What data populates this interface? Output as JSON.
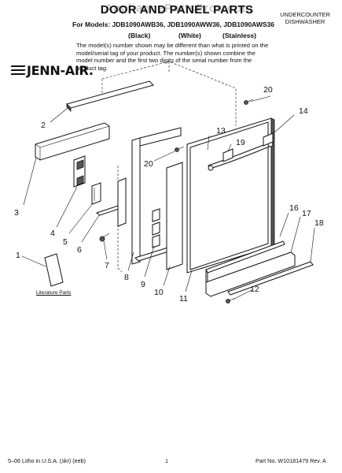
{
  "watermark": "AppliancePartsPros.com",
  "header": {
    "title": "DOOR AND PANEL PARTS",
    "models": "For Models: JDB1090AWB36, JDB1090AWW36, JDB1090AWS36",
    "colors": [
      "(Black)",
      "(White)",
      "(Stainless)"
    ],
    "note": "The model(s) number shown may be different than what is printed on the model/serial tag of your product. The number(s) shown combine the model number and the first two digits of the serial number from the product tag.",
    "appliance_type": "UNDERCOUNTER DISHWASHER"
  },
  "brand": {
    "logo_text": "JENN-AIR."
  },
  "callouts": [
    "1",
    "2",
    "3",
    "4",
    "5",
    "6",
    "7",
    "8",
    "9",
    "10",
    "11",
    "12",
    "13",
    "14",
    "16",
    "17",
    "18",
    "19",
    "20",
    "20"
  ],
  "literature_label": "Literature Parts",
  "footer": {
    "left": "5–06 Litho in U.S.A. (skr) (eeb)",
    "page": "1",
    "right": "Part No. W10181479 Rev. A"
  }
}
